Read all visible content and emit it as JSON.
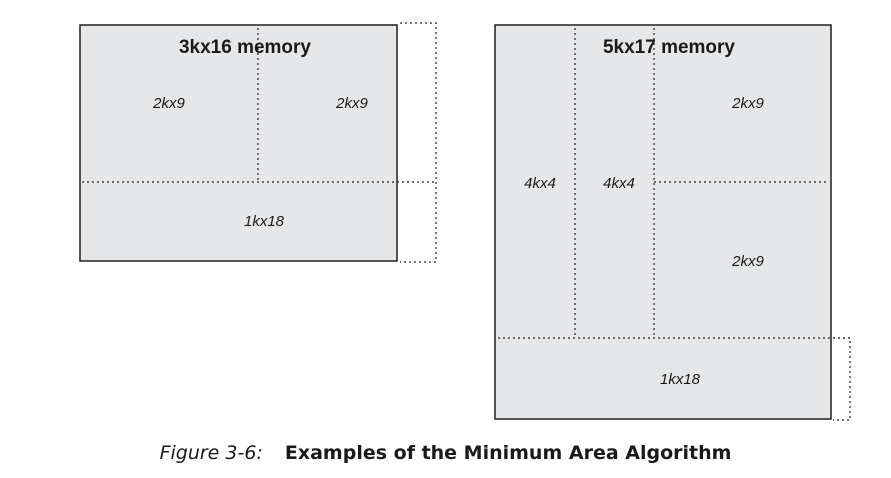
{
  "diagrams": [
    {
      "title": "3kx16 memory",
      "blocks": [
        "2kx9",
        "2kx9",
        "1kx18"
      ]
    },
    {
      "title": "5kx17 memory",
      "blocks": [
        "4kx4",
        "4kx4",
        "2kx9",
        "2kx9",
        "1kx18"
      ]
    }
  ],
  "caption": {
    "figure_label": "Figure 3-6:",
    "title": "Examples of the Minimum Area Algorithm"
  }
}
